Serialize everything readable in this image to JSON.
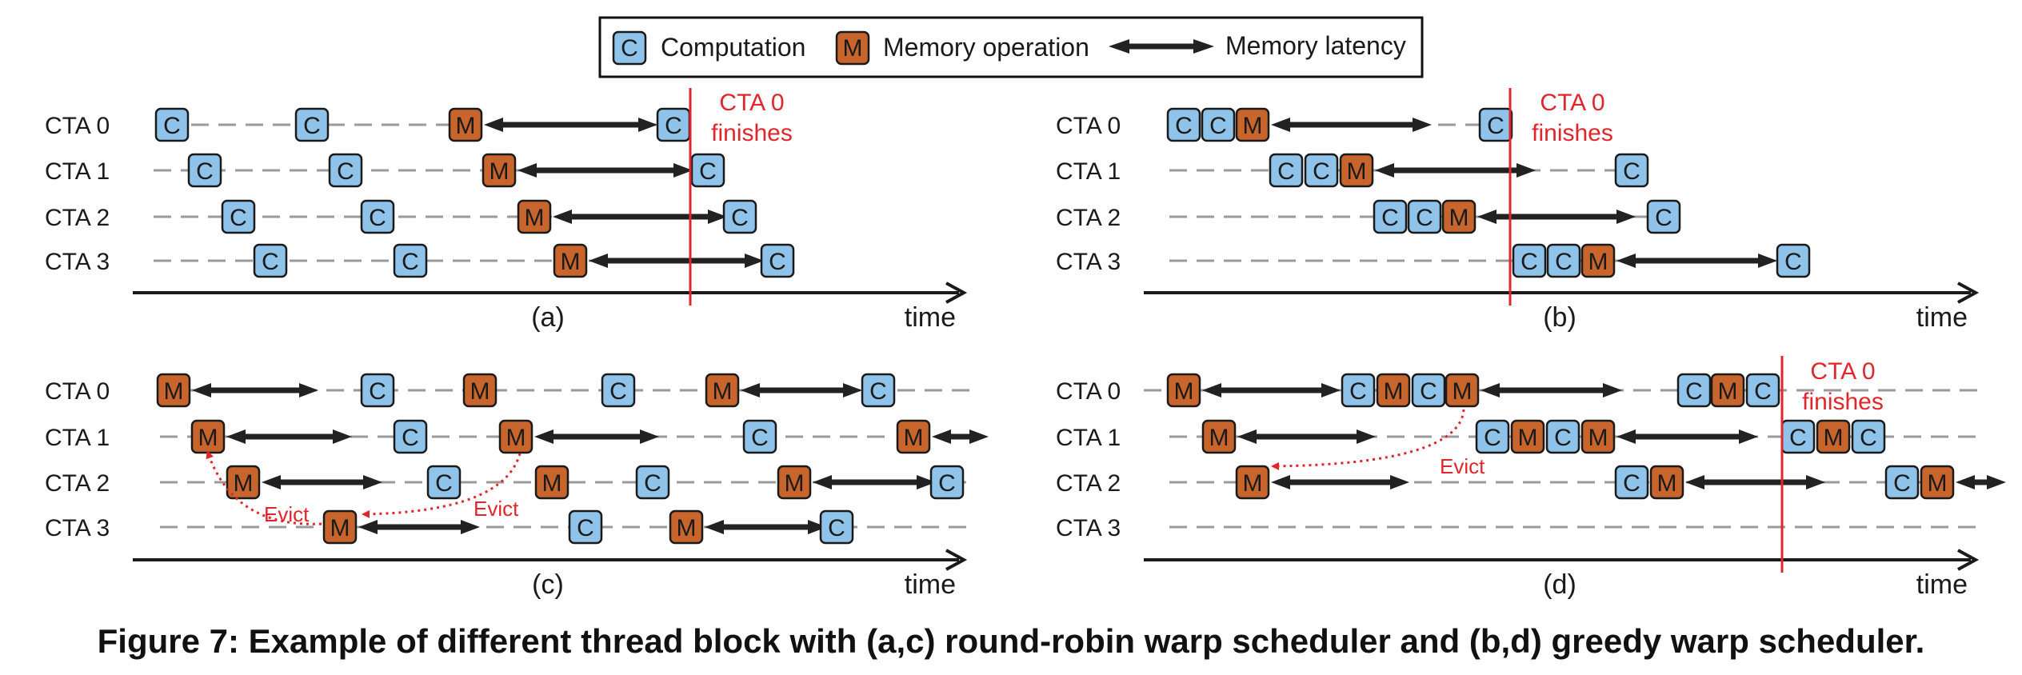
{
  "legend": {
    "computation_letter": "C",
    "computation_label": "Computation",
    "memory_letter": "M",
    "memory_label": "Memory operation",
    "latency_label": "Memory latency"
  },
  "colors": {
    "computation": "#8fc3e9",
    "memory": "#c7652d",
    "arrow": "#222222",
    "dash": "#9a9a9a",
    "highlight": "#e0262b"
  },
  "time_label": "time",
  "row_labels": [
    "CTA 0",
    "CTA 1",
    "CTA 2",
    "CTA 3"
  ],
  "panels": [
    {
      "id": "a",
      "label": "(a)",
      "marker_text": [
        "CTA 0",
        "finishes"
      ],
      "evict_labels": []
    },
    {
      "id": "b",
      "label": "(b)",
      "marker_text": [
        "CTA 0",
        "finishes"
      ],
      "evict_labels": []
    },
    {
      "id": "c",
      "label": "(c)",
      "marker_text": [],
      "evict_labels": [
        "Evict",
        "Evict"
      ]
    },
    {
      "id": "d",
      "label": "(d)",
      "marker_text": [
        "CTA 0",
        "finishes"
      ],
      "evict_labels": [
        "Evict"
      ]
    }
  ],
  "caption": "Figure 7: Example of different thread block with (a,c) round-robin warp scheduler and (b,d) greedy warp scheduler."
}
